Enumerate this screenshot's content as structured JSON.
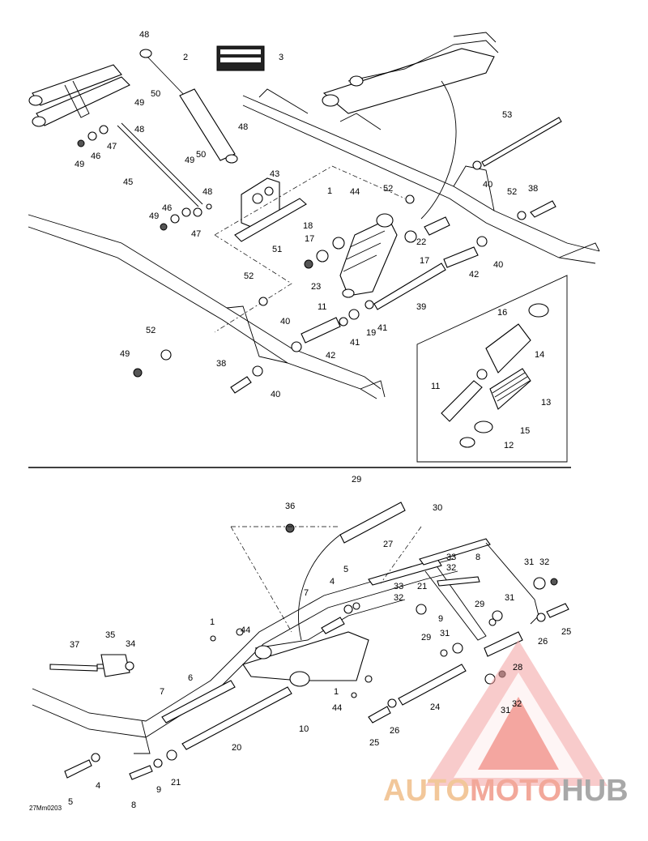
{
  "diagram_code": "27Mm0203",
  "watermark": {
    "part1": "AUTO",
    "part2": "MOTO",
    "part3": "HUB"
  },
  "label_colors": {
    "ink": "#000000",
    "watermark_red": "#e8473a",
    "watermark_orange": "#f2a65a",
    "watermark_gray": "#9a9a9a"
  },
  "upper_callouts": [
    "48",
    "2",
    "3",
    "50",
    "49",
    "48",
    "48",
    "47",
    "46",
    "49",
    "45",
    "50",
    "49",
    "43",
    "48",
    "44",
    "1",
    "53",
    "52",
    "38",
    "40",
    "52",
    "46",
    "49",
    "47",
    "18",
    "17",
    "22",
    "17",
    "51",
    "40",
    "42",
    "23",
    "52",
    "11",
    "39",
    "16",
    "14",
    "41",
    "19",
    "40",
    "41",
    "42",
    "52",
    "49",
    "38",
    "40",
    "11",
    "13",
    "15",
    "12"
  ],
  "lower_callouts": [
    "29",
    "30",
    "36",
    "27",
    "33",
    "32",
    "8",
    "5",
    "4",
    "33",
    "32",
    "31",
    "32",
    "7",
    "21",
    "9",
    "29",
    "31",
    "1",
    "44",
    "25",
    "35",
    "37",
    "34",
    "29",
    "26",
    "31",
    "6",
    "28",
    "1",
    "7",
    "44",
    "32",
    "10",
    "24",
    "31",
    "20",
    "25",
    "26",
    "5",
    "4",
    "8",
    "9",
    "21"
  ]
}
